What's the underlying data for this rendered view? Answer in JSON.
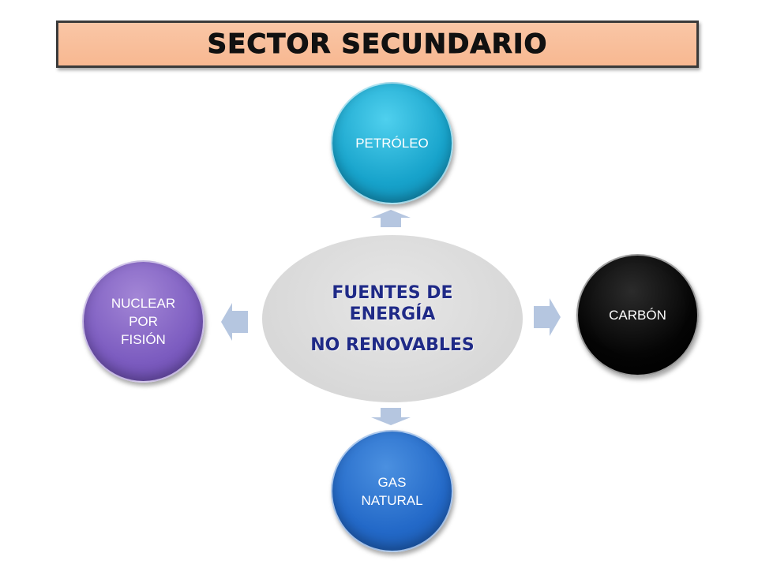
{
  "title": "SECTOR SECUNDARIO",
  "center": {
    "line1": "FUENTES DE",
    "line2": "ENERGÍA",
    "line3": "NO RENOVABLES"
  },
  "nodes": {
    "top": "PETRÓLEO",
    "right": "CARBÓN",
    "bottom": "GAS\nNATURAL",
    "left": "NUCLEAR\nPOR\nFISIÓN"
  },
  "colors": {
    "banner": "#f8b891",
    "center_text": "#1f2a87",
    "petroleo": "#17a3cb",
    "carbon": "#000000",
    "gas_natural": "#2369c8",
    "nuclear": "#7c5cc0",
    "arrow": "#b5c6e0"
  }
}
